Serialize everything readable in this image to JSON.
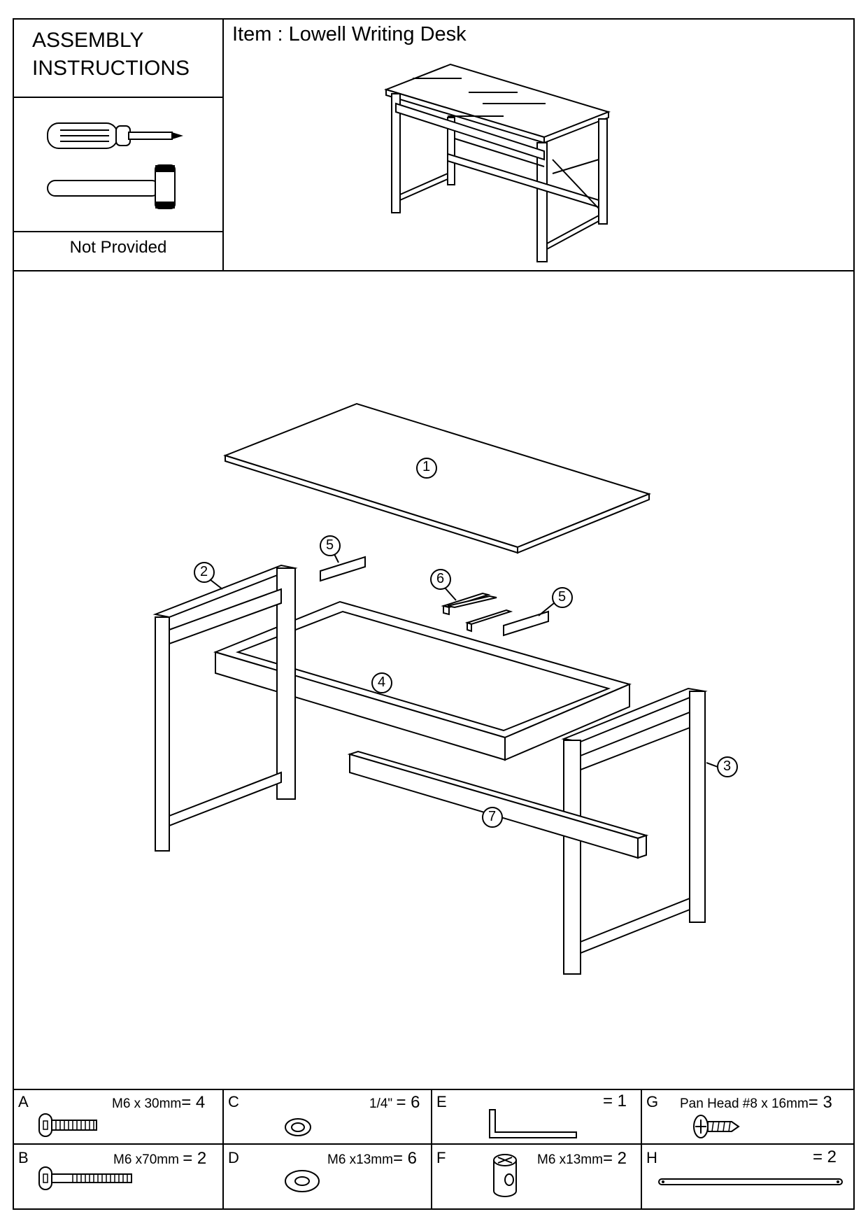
{
  "header": {
    "title_line1": "ASSEMBLY",
    "title_line2": "INSTRUCTIONS",
    "item_label": "Item : Lowell Writing Desk",
    "tools_note": "Not Provided",
    "tools": [
      {
        "name": "Phillips screwdriver",
        "icon": "screwdriver-icon"
      },
      {
        "name": "Rubber mallet",
        "icon": "mallet-icon"
      }
    ]
  },
  "exploded_view": {
    "callouts": [
      "1",
      "2",
      "3",
      "4",
      "5",
      "5",
      "6",
      "7"
    ]
  },
  "hardware": [
    {
      "letter": "A",
      "spec": "M6 x 30mm",
      "qty": "= 4",
      "icon": "short-bolt-icon"
    },
    {
      "letter": "C",
      "spec": "1/4\"",
      "qty": "= 6",
      "icon": "lock-washer-icon"
    },
    {
      "letter": "E",
      "spec": "",
      "qty": "= 1",
      "icon": "allen-key-icon"
    },
    {
      "letter": "G",
      "spec": "Pan Head #8 x 16mm",
      "qty": "= 3",
      "icon": "pan-head-screw-icon"
    },
    {
      "letter": "B",
      "spec": "M6 x70mm",
      "qty": "= 2",
      "icon": "long-bolt-icon"
    },
    {
      "letter": "D",
      "spec": "M6 x13mm",
      "qty": "= 6",
      "icon": "flat-washer-icon"
    },
    {
      "letter": "F",
      "spec": "M6 x13mm",
      "qty": "= 2",
      "icon": "barrel-nut-icon"
    },
    {
      "letter": "H",
      "spec": "",
      "qty": "= 2",
      "icon": "rod-icon"
    }
  ]
}
